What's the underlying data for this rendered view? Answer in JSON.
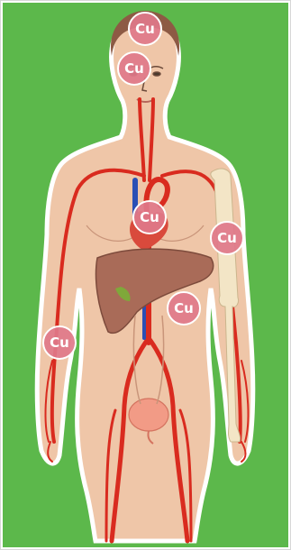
{
  "figure": {
    "background_color": "#5cb84b",
    "skin_color": "#efc6a8",
    "skin_outline": "#ffffff",
    "artery_color": "#d92b1f",
    "vein_color": "#2a4fb5",
    "liver_color": "#a96b58",
    "bone_color": "#f3e5c6",
    "bladder_color": "#f29b86",
    "hair_color": "#8d5a44"
  },
  "markers": [
    {
      "id": "marker-head-top",
      "label": "Cu"
    },
    {
      "id": "marker-brain",
      "label": "Cu"
    },
    {
      "id": "marker-heart",
      "label": "Cu"
    },
    {
      "id": "marker-arm-bone",
      "label": "Cu"
    },
    {
      "id": "marker-liver",
      "label": "Cu"
    },
    {
      "id": "marker-forearm",
      "label": "Cu"
    }
  ],
  "marker_style": {
    "fill": "#e0788a",
    "ring": "#ffffff"
  }
}
